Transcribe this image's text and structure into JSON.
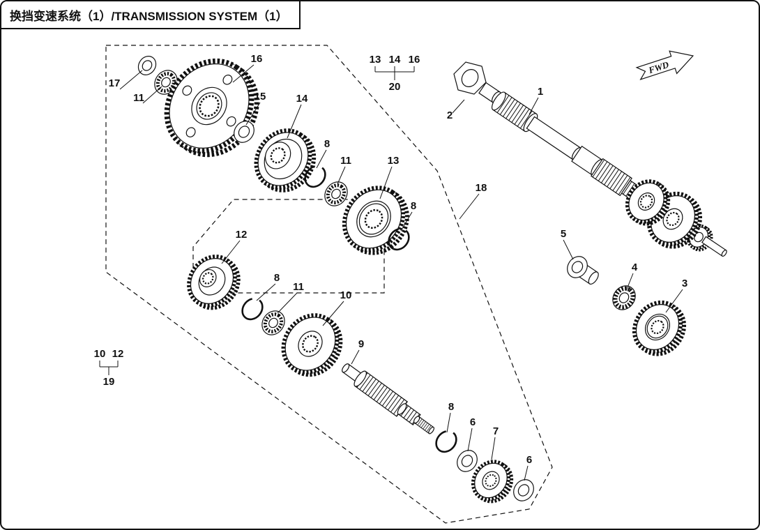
{
  "page": {
    "title": "换挡变速系统（1）/TRANSMISSION SYSTEM（1）",
    "fwd_label": "FWD",
    "line_color": "#111111",
    "background": "#ffffff"
  },
  "callouts": [
    {
      "text": "17"
    },
    {
      "text": "11"
    },
    {
      "text": "16"
    },
    {
      "text": "15"
    },
    {
      "text": "14"
    },
    {
      "text": "8"
    },
    {
      "text": "11"
    },
    {
      "text": "13"
    },
    {
      "text": "8"
    },
    {
      "text": "12"
    },
    {
      "text": "8"
    },
    {
      "text": "11"
    },
    {
      "text": "10"
    },
    {
      "text": "9"
    },
    {
      "text": "8"
    },
    {
      "text": "6"
    },
    {
      "text": "7"
    },
    {
      "text": "6"
    },
    {
      "text": "18"
    },
    {
      "text": "1"
    },
    {
      "text": "2"
    },
    {
      "text": "5"
    },
    {
      "text": "4"
    },
    {
      "text": "3"
    }
  ],
  "groups": {
    "g20": {
      "items": [
        "13",
        "14",
        "16"
      ],
      "label": "20"
    },
    "g19": {
      "items": [
        "10",
        "12"
      ],
      "label": "19"
    }
  }
}
